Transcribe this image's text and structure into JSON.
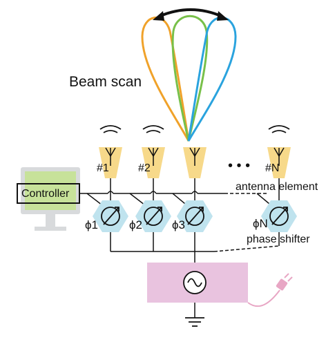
{
  "labels": {
    "beam_scan": "Beam scan",
    "controller": "Controller",
    "antenna_element": "antenna element",
    "phase_shifter": "phase shifter",
    "ellipsis": "• • •"
  },
  "antennas": [
    {
      "id": "#1"
    },
    {
      "id": "#2"
    },
    {
      "id": ""
    },
    {
      "id": "#N"
    }
  ],
  "phase_shifters": [
    {
      "label": "ϕ1"
    },
    {
      "label": "ϕ2"
    },
    {
      "label": "ϕ3"
    },
    {
      "label": "ϕN"
    }
  ],
  "colors": {
    "lobe_1": "#f0a22a",
    "lobe_2": "#78c04a",
    "lobe_3": "#2aa3de",
    "antenna_fill": "#f7d98a",
    "phase_shifter_fill": "#bfe3ee",
    "source_box_fill": "#e9c3df",
    "monitor_frame": "#d8dadc",
    "monitor_screen": "#c7e29a",
    "plug_cable": "#e8a6c4"
  },
  "icons": [
    "beam-scan-arrow-icon",
    "radio-wave-icon",
    "dipole-antenna-icon",
    "phase-shifter-icon",
    "ac-source-icon",
    "ground-icon",
    "monitor-icon",
    "power-plug-icon"
  ]
}
